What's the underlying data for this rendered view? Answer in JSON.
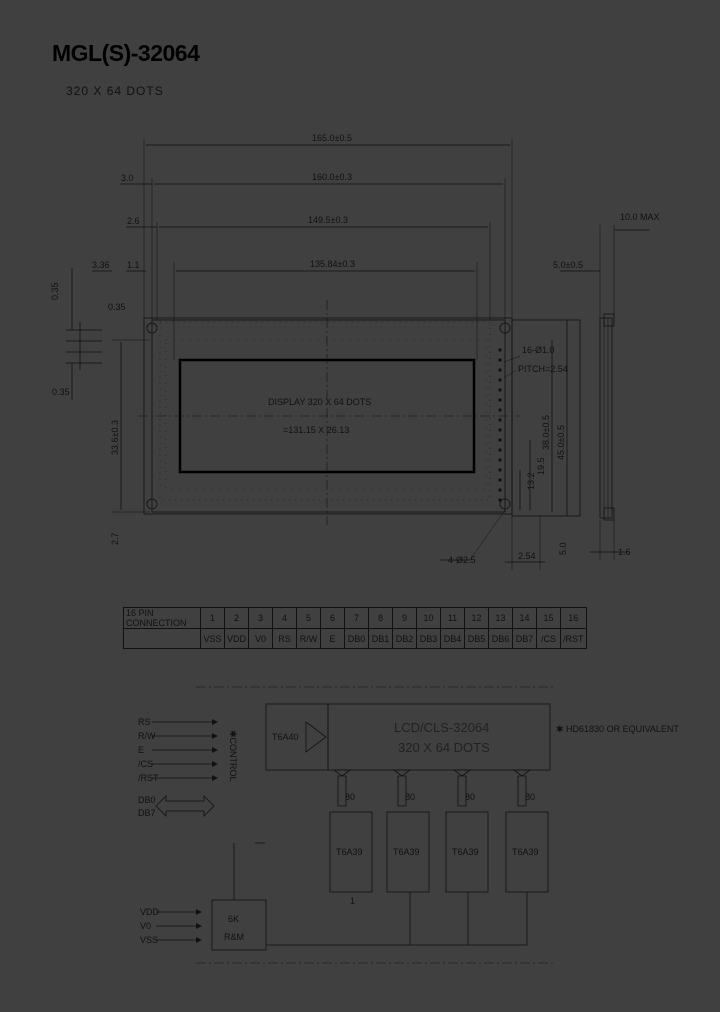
{
  "title": "MGL(S)-32064",
  "subtitle": "320 X 64 DOTS",
  "dimensions": {
    "overall": "165.0±0.5",
    "width2": "160.0±0.3",
    "width3": "149.5±0.3",
    "viewarea": "135.84±0.3",
    "left1": "3.0",
    "left2": "2.6",
    "left3": "1.1",
    "small1": "0.35",
    "small2": "3.36",
    "small3": "0.35",
    "small4": "0.35",
    "height1": "33.6±0.3",
    "height_left": "2.7",
    "depth_max": "10.0 MAX",
    "depth2": "5.0±0.5",
    "height2": "38.0±0.5",
    "height3": "45.0±0.5",
    "pins": "16-Ø1.0",
    "pitch": "PITCH=2.54",
    "d195": "19.5",
    "d132": "13.2",
    "hole": "4-Ø2.5",
    "d254": "2.54",
    "d50": "5.0",
    "d16": "1.6"
  },
  "display": {
    "line1": "DISPLAY 320 X 64 DOTS",
    "line2": "=131.15 X 26.13"
  },
  "pin_table": {
    "header_label": "16 PIN CONNECTION",
    "numbers": [
      "1",
      "2",
      "3",
      "4",
      "5",
      "6",
      "7",
      "8",
      "9",
      "10",
      "11",
      "12",
      "13",
      "14",
      "15",
      "16"
    ],
    "signals": [
      "VSS",
      "VDD",
      "V0",
      "RS",
      "R/W",
      "E",
      "DB0",
      "DB1",
      "DB2",
      "DB3",
      "DB4",
      "DB5",
      "DB6",
      "DB7",
      "/CS",
      "/RST"
    ]
  },
  "block": {
    "inputs": [
      "RS",
      "R/W",
      "E",
      "/CS",
      "/RST"
    ],
    "bus_top": "DB0",
    "bus_bottom": "DB7",
    "controller": "T6A40",
    "lcd_line1": "LCD/CLS-32064",
    "lcd_line2": "320 X 64 DOTS",
    "equivalent": "✱ HD61830 OR EQUIVALENT",
    "drivers": [
      "T6A39",
      "T6A39",
      "T6A39",
      "T6A39"
    ],
    "driver_bits": [
      "80",
      "80",
      "80",
      "80"
    ],
    "driver_one": "1",
    "power": [
      "VDD",
      "V0",
      "VSS"
    ],
    "resistor1": "6K",
    "resistor2": "R&M",
    "vertical_label": "✱CONTROL"
  }
}
